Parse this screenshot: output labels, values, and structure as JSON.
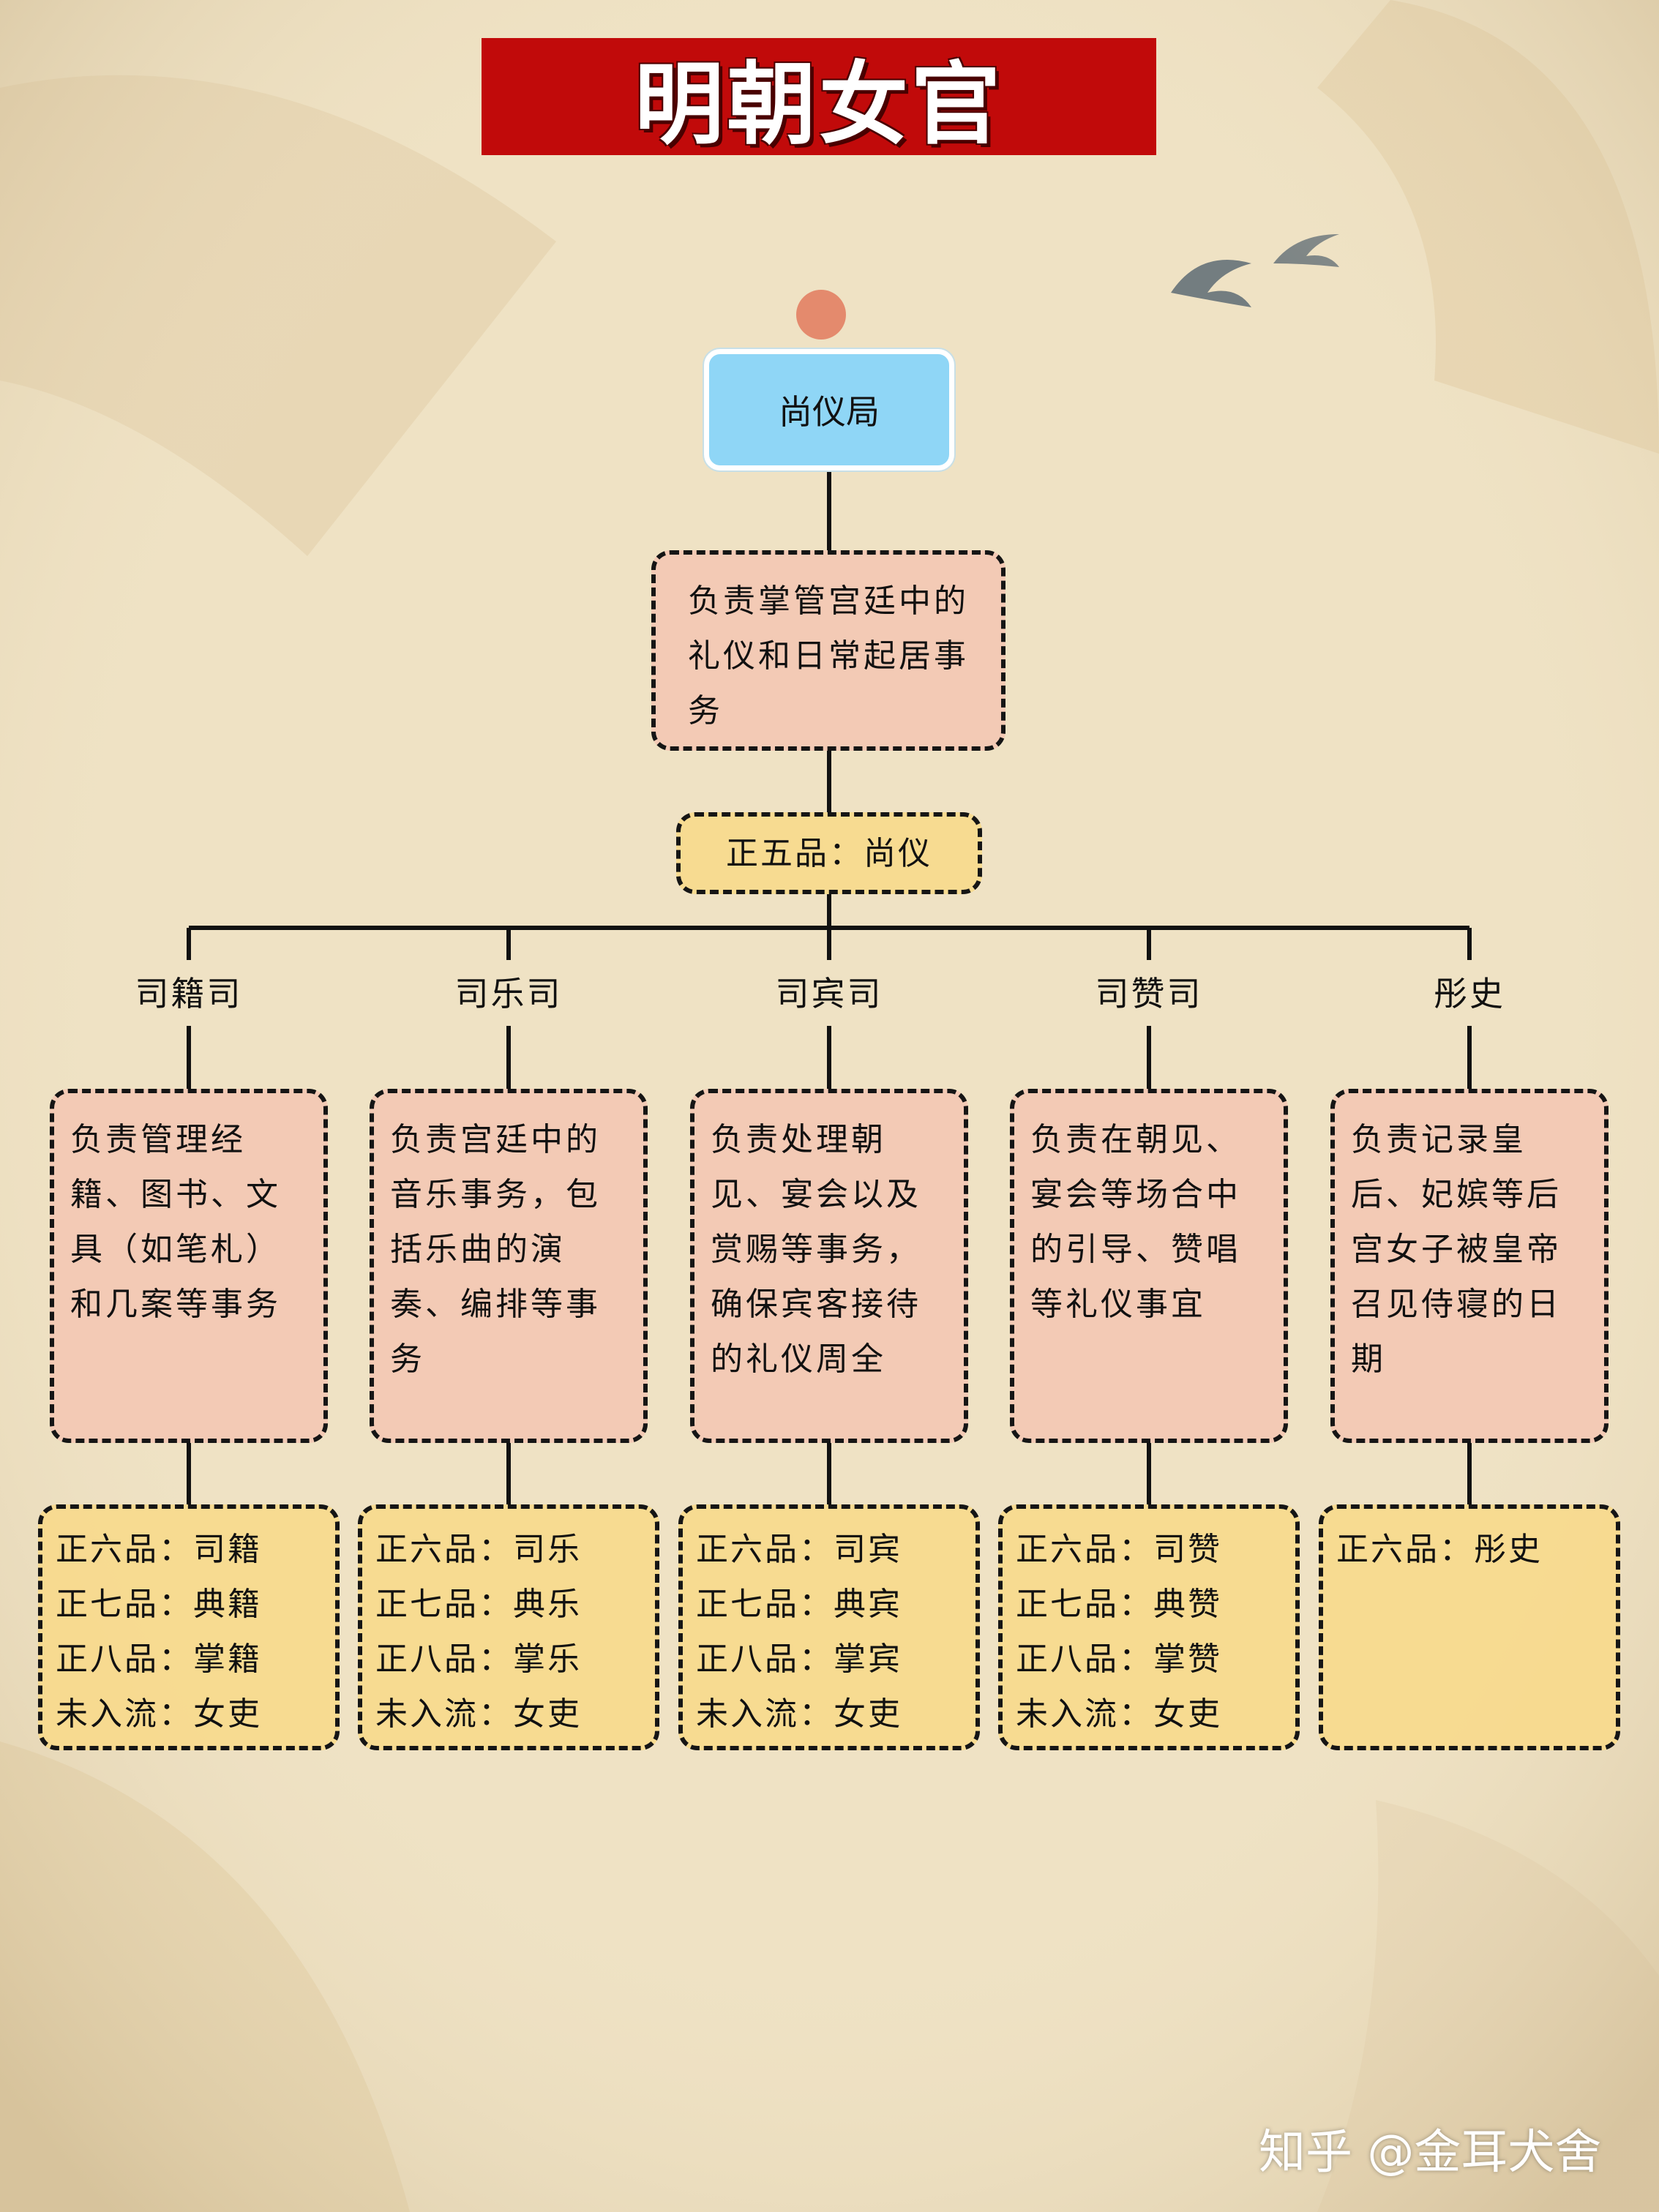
{
  "title": "明朝女官",
  "root": {
    "name": "尚仪局",
    "description": "负责掌管宫廷中的礼仪和日常起居事务",
    "rank": "正五品：尚仪"
  },
  "departments": [
    {
      "name": "司籍司",
      "description": "负责管理经籍、图书、文具（如笔札）和几案等事务",
      "ranks": [
        "正六品：司籍",
        "正七品：典籍",
        "正八品：掌籍",
        "未入流：女吏"
      ]
    },
    {
      "name": "司乐司",
      "description": "负责宫廷中的音乐事务，包括乐曲的演奏、编排等事务",
      "ranks": [
        "正六品：司乐",
        "正七品：典乐",
        "正八品：掌乐",
        "未入流：女吏"
      ]
    },
    {
      "name": "司宾司",
      "description": "负责处理朝见、宴会以及赏赐等事务，确保宾客接待的礼仪周全",
      "ranks": [
        "正六品：司宾",
        "正七品：典宾",
        "正八品：掌宾",
        "未入流：女吏"
      ]
    },
    {
      "name": "司赞司",
      "description": "负责在朝见、宴会等场合中的引导、赞唱等礼仪事宜",
      "ranks": [
        "正六品：司赞",
        "正七品：典赞",
        "正八品：掌赞",
        "未入流：女吏"
      ]
    },
    {
      "name": "彤史",
      "description": "负责记录皇后、妃嫔等后宫女子被皇帝召见侍寝的日期",
      "ranks": [
        "正六品：彤史"
      ]
    }
  ],
  "watermark": "知乎 @金耳犬舍",
  "colors": {
    "banner": "#c10a0a",
    "root_fill": "#8fd6f6",
    "desc_fill": "#f4c4b2",
    "rank_fill": "#f8da8a",
    "background": "#efe2c4"
  }
}
